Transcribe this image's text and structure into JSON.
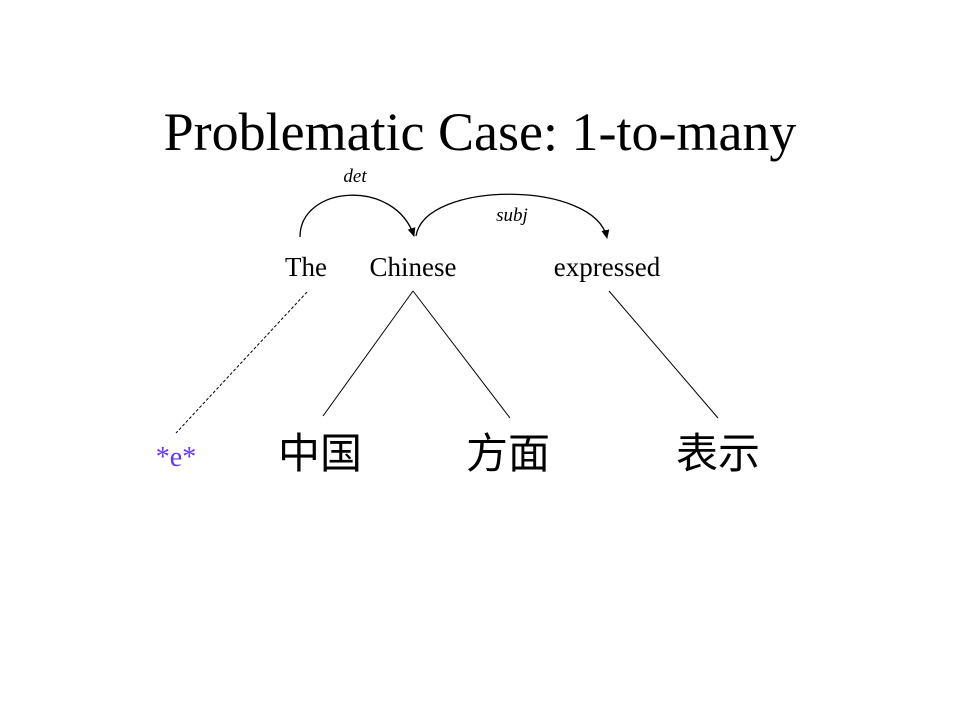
{
  "title": "Problematic Case: 1-to-many",
  "english_words": {
    "the": "The",
    "chinese": "Chinese",
    "expressed": "expressed"
  },
  "dependency_labels": {
    "det": "det",
    "subj": "subj"
  },
  "foreign_words": {
    "empty": "*e*",
    "zhongguo": "中国",
    "fangmian": "方面",
    "biaoshi": "表示"
  },
  "colors": {
    "text": "#000000",
    "empty_token": "#6633ff"
  }
}
